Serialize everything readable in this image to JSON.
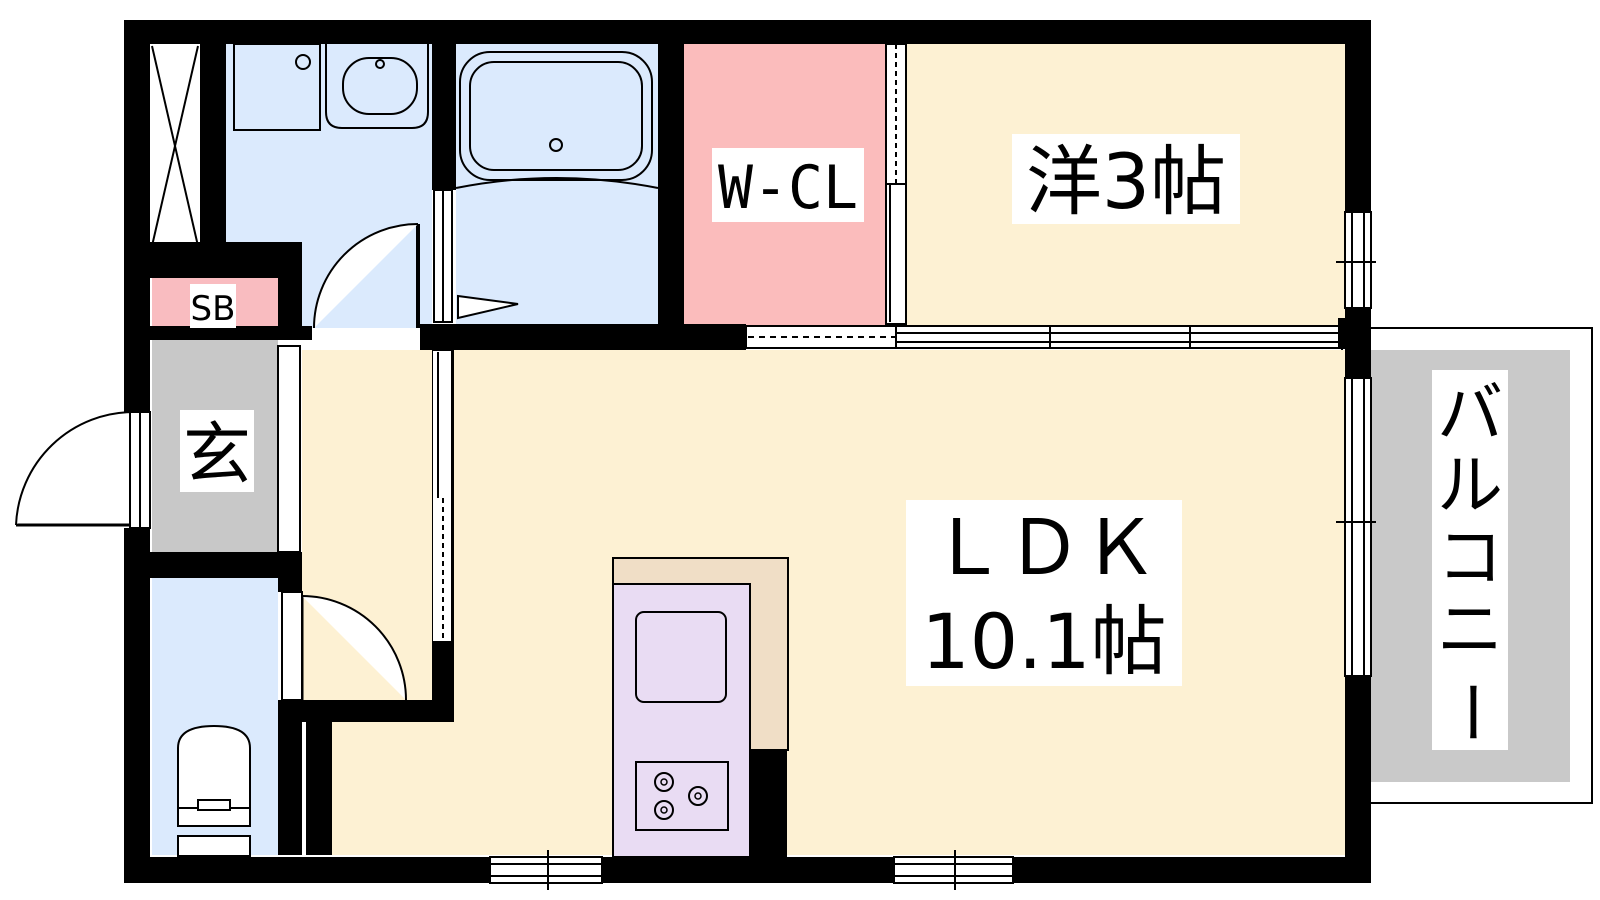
{
  "rooms": {
    "wcl": {
      "label": "W-CL"
    },
    "western": {
      "label": "洋3帖"
    },
    "ldk": {
      "label": "ＬＤＫ",
      "size": "10.1帖"
    },
    "shoebox": {
      "label": "SB"
    },
    "entrance": {
      "label": "玄"
    },
    "balcony": {
      "chars": [
        "バ",
        "ル",
        "コ",
        "ニ",
        "ー"
      ]
    }
  },
  "colors": {
    "wall": "#000000",
    "living_floor": "#fdf1d3",
    "wet_area": "#dbeafd",
    "closet": "#fbbcbc",
    "shoebox": "#f9bcc0",
    "entrance": "#c8c8c8",
    "balcony": "#c9c9c9",
    "kitchen": "#e9dcf3",
    "counter": "#f0dec6"
  }
}
